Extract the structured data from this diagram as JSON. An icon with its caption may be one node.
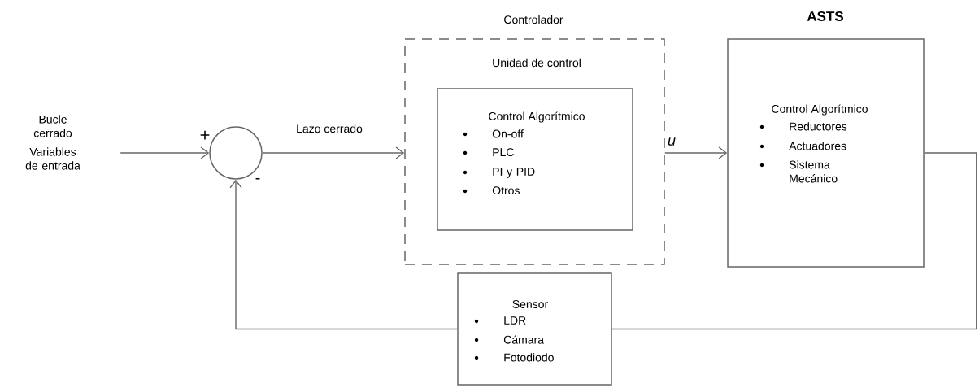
{
  "diagram": {
    "nodes": [
      {
        "text": [
          "Bucle cerrado",
          "Variables de entrada"
        ]
      },
      {
        "text": [],
        "shape": "circle"
      },
      {
        "text": [
          "Controlador",
          "Unidad de control"
        ]
      },
      {
        "text": [
          "Control Algorítmico",
          "On-off",
          "PLC",
          "PI y PID",
          "Otros"
        ],
        "in": 2
      },
      {
        "text": [
          "ASTS",
          "Control Algorítmico",
          "Reductores",
          "Actuadores",
          "Sistema Mecánico"
        ]
      },
      {
        "text": [
          "Sensor",
          "LDR",
          "Cámara",
          "Fotodiodo"
        ]
      }
    ],
    "edges": [
      {
        "from": 0,
        "to": 1,
        "arrow": "to"
      },
      {
        "from": 1,
        "to": 2,
        "arrow": "to",
        "label": "Lazo cerrado"
      },
      {
        "from": 2,
        "to": 4,
        "arrow": "to",
        "label": "u"
      },
      {
        "from": 4,
        "to": 5,
        "arrow": "none"
      },
      {
        "from": 5,
        "to": 1,
        "arrow": "to"
      }
    ],
    "labels": [
      "+",
      "-"
    ]
  }
}
